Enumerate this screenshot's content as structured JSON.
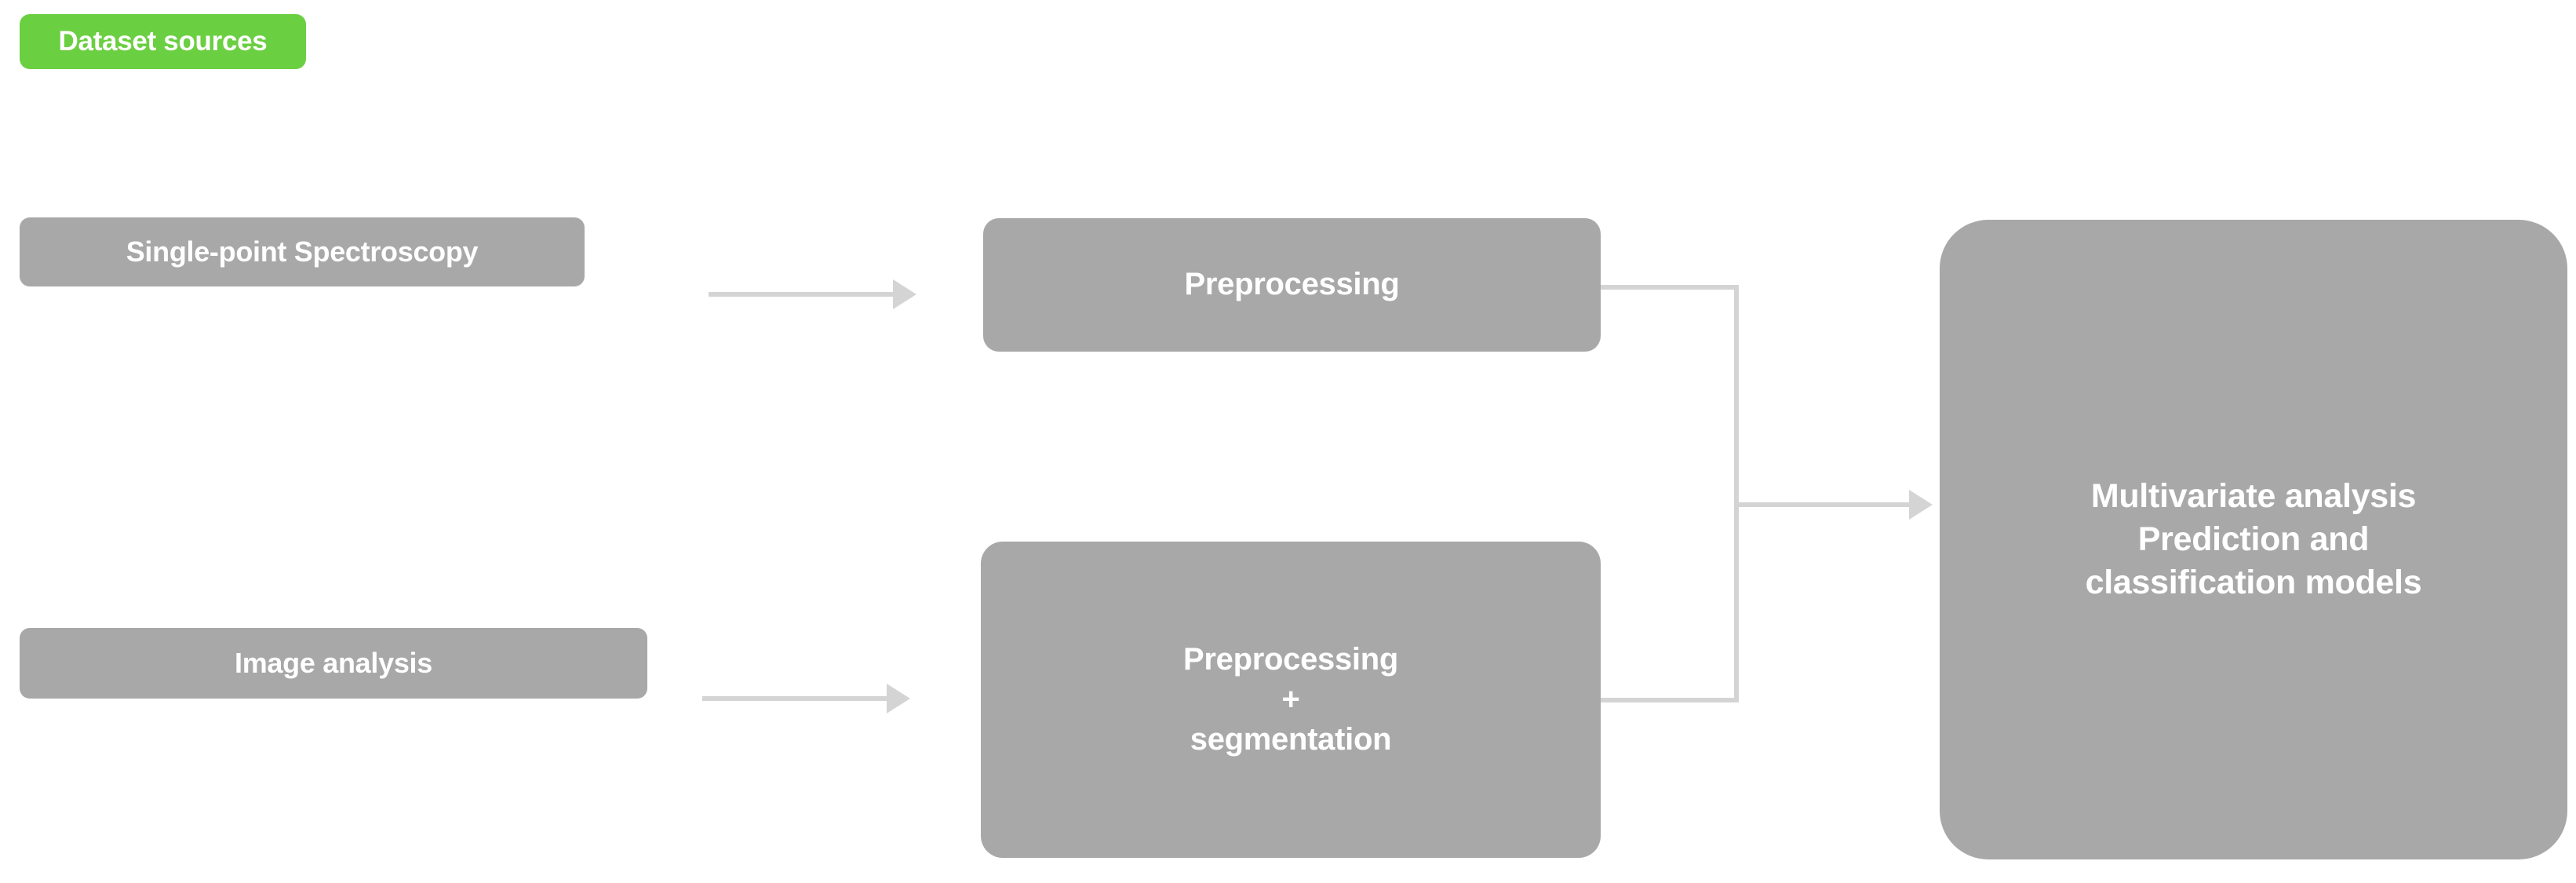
{
  "diagram": {
    "title": "Dataset sources workflow",
    "colors": {
      "node_gray": "#a8a8a8",
      "node_green": "#6bcf42",
      "connector": "#d4d4d4",
      "label_text": "#ffffff",
      "background": "#ffffff"
    },
    "nodes": {
      "dataset_sources": {
        "label": "Dataset sources",
        "color": "#6bcf42"
      },
      "single_point_spectroscopy": {
        "label": "Single-point Spectroscopy",
        "color": "#a8a8a8"
      },
      "image_analysis": {
        "label": "Image analysis",
        "color": "#a8a8a8"
      },
      "preprocessing": {
        "label": "Preprocessing",
        "color": "#a8a8a8"
      },
      "preprocessing_segmentation": {
        "line1": "Preprocessing",
        "line2": "+",
        "line3": "segmentation",
        "color": "#a8a8a8"
      },
      "multivariate_analysis": {
        "line1": "Multivariate analysis",
        "line2": "Prediction and",
        "line3": "classification models",
        "color": "#a8a8a8"
      }
    },
    "edges": [
      {
        "id": "spectroscopy-to-preprocessing",
        "from": "single_point_spectroscopy",
        "to": "preprocessing",
        "style": "straight-arrow"
      },
      {
        "id": "image-to-preprocessing-segmentation",
        "from": "image_analysis",
        "to": "preprocessing_segmentation",
        "style": "straight-arrow"
      },
      {
        "id": "preprocessing-merge-to-multivariate",
        "from": "preprocessing",
        "to": "multivariate_analysis",
        "style": "elbow-merge"
      },
      {
        "id": "segmentation-merge-to-multivariate",
        "from": "preprocessing_segmentation",
        "to": "multivariate_analysis",
        "style": "elbow-merge"
      }
    ]
  }
}
